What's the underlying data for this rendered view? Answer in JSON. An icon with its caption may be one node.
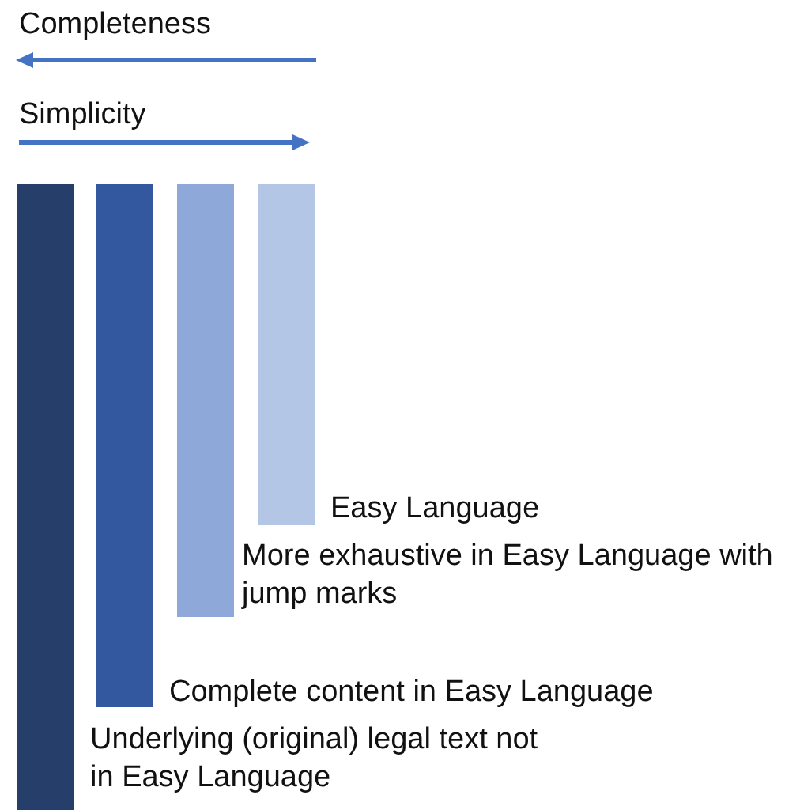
{
  "diagram": {
    "nodes": [
      {
        "text": [],
        "shape": "bar",
        "beside": [
          "Underlying (original) legal text not in Easy Language"
        ]
      },
      {
        "text": [],
        "shape": "bar",
        "beside": [
          "Complete content in Easy Language"
        ]
      },
      {
        "text": [],
        "shape": "bar",
        "beside": [
          "More exhaustive in Easy Language with jump marks"
        ]
      },
      {
        "text": [],
        "shape": "bar",
        "beside": [
          "Easy Language"
        ]
      }
    ],
    "labels": [
      "Completeness",
      "Simplicity"
    ]
  }
}
